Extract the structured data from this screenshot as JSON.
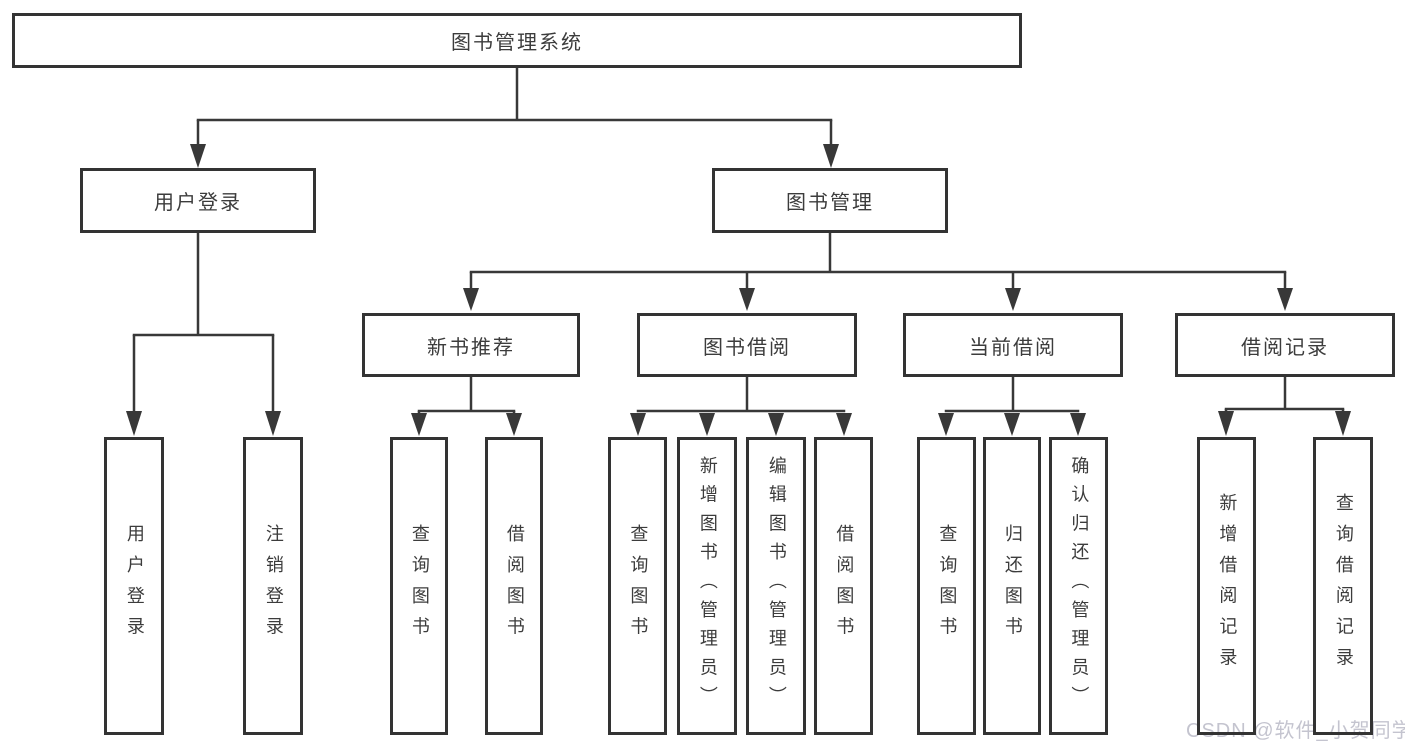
{
  "diagram": {
    "root": {
      "label": "图书管理系统"
    },
    "branches": [
      {
        "label": "用户登录",
        "children": [
          "用户登录",
          "注销登录"
        ]
      },
      {
        "label": "图书管理",
        "sections": [
          {
            "label": "新书推荐",
            "children": [
              "查询图书",
              "借阅图书"
            ]
          },
          {
            "label": "图书借阅",
            "children": [
              "查询图书",
              "新增图书（管理员）",
              "编辑图书（管理员）",
              "借阅图书"
            ]
          },
          {
            "label": "当前借阅",
            "children": [
              "查询图书",
              "归还图书",
              "确认归还（管理员）"
            ]
          },
          {
            "label": "借阅记录",
            "children": [
              "新增借阅记录",
              "查询借阅记录"
            ]
          }
        ]
      }
    ]
  },
  "watermark": "CSDN @软件_小贺同学",
  "colors": {
    "line": "#383838",
    "box_border": "#333333",
    "text": "#3c3c3c",
    "box_background": "#ffffff",
    "page_background": "#ffffff",
    "watermark": "#c4c4cf"
  }
}
